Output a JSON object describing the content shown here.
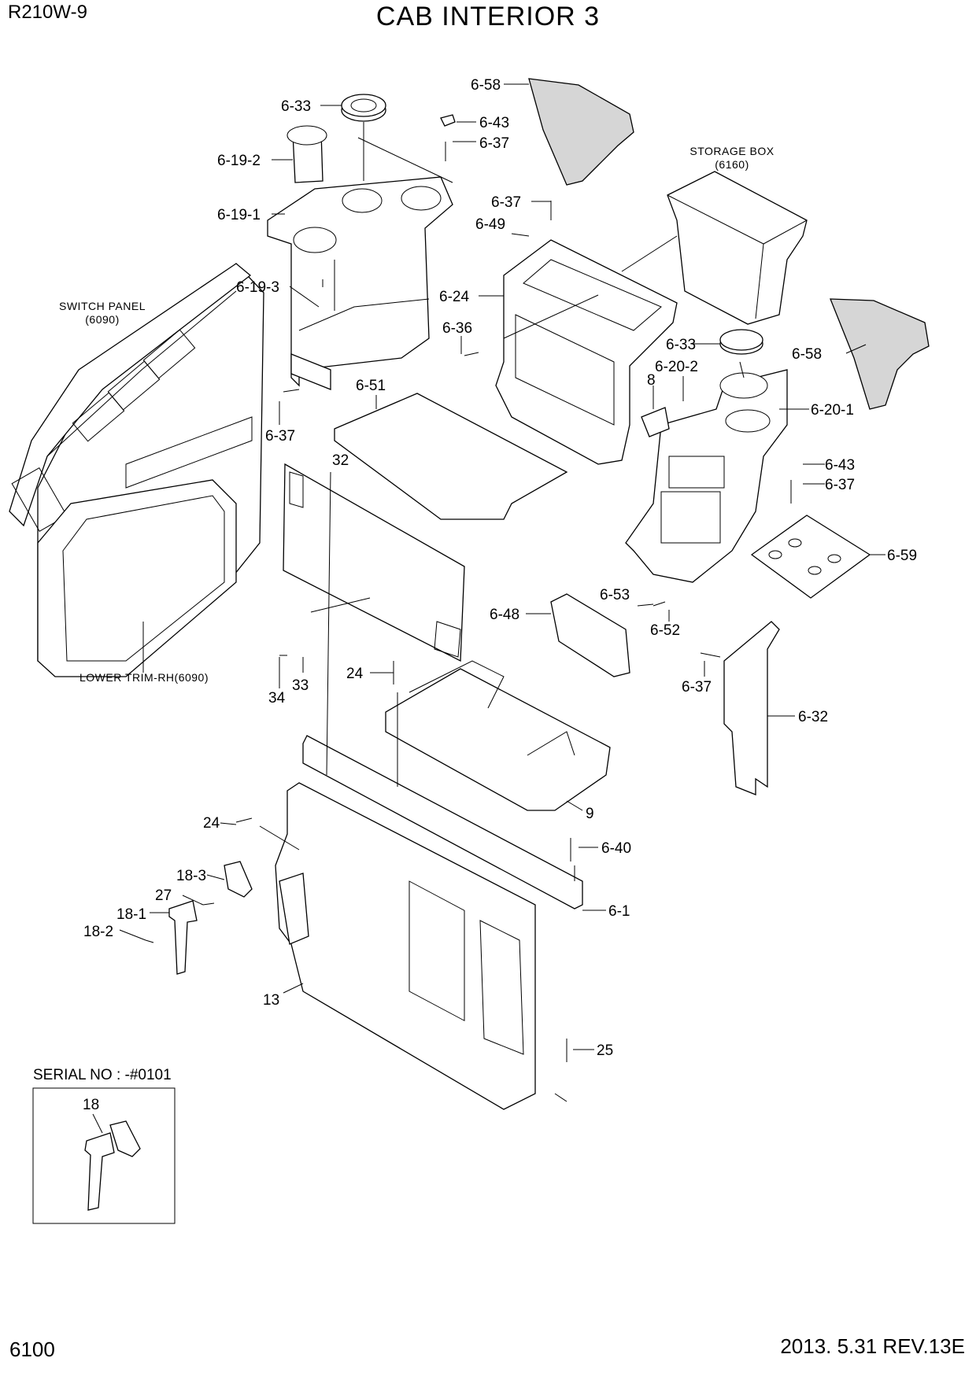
{
  "header": {
    "model": "R210W-9",
    "title": "CAB INTERIOR 3"
  },
  "footer": {
    "page_number": "6100",
    "revision": "2013. 5.31  REV.13E"
  },
  "notes": {
    "switch_panel_1": "SWITCH PANEL",
    "switch_panel_2": "(6090)",
    "storage_box_1": "STORAGE BOX",
    "storage_box_2": "(6160)",
    "lower_trim": "LOWER TRIM-RH(6090)"
  },
  "inset": {
    "serial": "SERIAL NO : -#0101",
    "callout": "18"
  },
  "callouts": {
    "c_6_58_top": "6-58",
    "c_6_33_top": "6-33",
    "c_6_43_top": "6-43",
    "c_6_37_top": "6-37",
    "c_6_19_2": "6-19-2",
    "c_6_19_1": "6-19-1",
    "c_6_37_mid": "6-37",
    "c_6_49": "6-49",
    "c_6_19_3": "6-19-3",
    "c_6_24": "6-24",
    "c_6_36": "6-36",
    "c_6_33_right": "6-33",
    "c_6_58_right": "6-58",
    "c_6_20_2": "6-20-2",
    "c_8": "8",
    "c_6_51": "6-51",
    "c_6_20_1": "6-20-1",
    "c_6_37_left": "6-37",
    "c_32": "32",
    "c_6_43_right": "6-43",
    "c_6_37_right": "6-37",
    "c_6_59": "6-59",
    "c_6_53": "6-53",
    "c_6_48": "6-48",
    "c_6_52": "6-52",
    "c_24_top": "24",
    "c_34": "34",
    "c_33": "33",
    "c_6_37_low": "6-37",
    "c_6_32": "6-32",
    "c_9": "9",
    "c_24_low": "24",
    "c_6_40": "6-40",
    "c_18_3": "18-3",
    "c_27": "27",
    "c_18_1": "18-1",
    "c_18_2": "18-2",
    "c_6_1": "6-1",
    "c_13": "13",
    "c_25": "25"
  }
}
